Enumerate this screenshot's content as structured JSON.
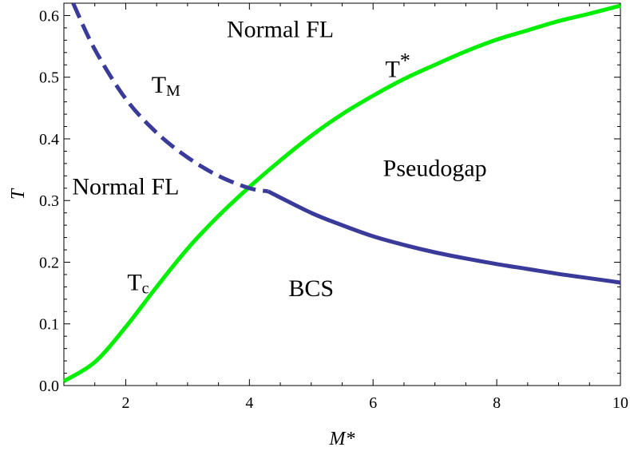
{
  "chart_data": {
    "type": "line",
    "xlabel": "M*",
    "ylabel": "T",
    "xlim": [
      1,
      10
    ],
    "ylim": [
      0,
      0.62
    ],
    "x_ticks": [
      2,
      4,
      6,
      8,
      10
    ],
    "y_ticks": [
      0.0,
      0.1,
      0.2,
      0.3,
      0.4,
      0.5,
      0.6
    ],
    "y_tick_labels": [
      "0.0",
      "0.1",
      "0.2",
      "0.3",
      "0.4",
      "0.5",
      "0.6"
    ],
    "x_tick_labels": [
      "2",
      "4",
      "6",
      "8",
      "10"
    ],
    "series": [
      {
        "name": "T*",
        "color": "#00ee00",
        "style": "solid",
        "x": [
          1.0,
          1.5,
          2.0,
          2.5,
          3.0,
          3.5,
          4.0,
          4.5,
          5.0,
          5.5,
          6.0,
          6.5,
          7.0,
          7.5,
          8.0,
          8.5,
          9.0,
          9.5,
          10.0
        ],
        "y": [
          0.007,
          0.038,
          0.095,
          0.16,
          0.222,
          0.275,
          0.322,
          0.365,
          0.405,
          0.44,
          0.47,
          0.497,
          0.52,
          0.542,
          0.561,
          0.576,
          0.591,
          0.603,
          0.616
        ]
      },
      {
        "name": "T_M",
        "color": "#3a3a9a",
        "style": "dashed-then-solid",
        "dash_until_x": 4.3,
        "x": [
          1.15,
          1.5,
          2.0,
          2.5,
          3.0,
          3.5,
          4.0,
          4.3,
          5.0,
          5.5,
          6.0,
          6.5,
          7.0,
          7.5,
          8.0,
          8.5,
          9.0,
          9.5,
          10.0
        ],
        "y": [
          0.62,
          0.545,
          0.465,
          0.41,
          0.37,
          0.34,
          0.32,
          0.315,
          0.28,
          0.26,
          0.242,
          0.228,
          0.216,
          0.206,
          0.197,
          0.189,
          0.181,
          0.174,
          0.167
        ]
      }
    ],
    "annotations": [
      {
        "id": "normal-fl-top",
        "text": "Normal FL",
        "x": 4.5,
        "y": 0.565
      },
      {
        "id": "normal-fl-left",
        "text": "Normal FL",
        "x": 2.0,
        "y": 0.31
      },
      {
        "id": "pseudogap",
        "text": "Pseudogap",
        "x": 7.0,
        "y": 0.34
      },
      {
        "id": "bcs",
        "text": "BCS",
        "x": 5.0,
        "y": 0.145
      }
    ],
    "curve_labels": [
      {
        "id": "t-star",
        "main": "T",
        "sup": "*",
        "x": 6.4,
        "y": 0.5
      },
      {
        "id": "t-m",
        "main": "T",
        "sub": "M",
        "x": 2.65,
        "y": 0.475
      },
      {
        "id": "t-c",
        "main": "T",
        "sub": "c",
        "x": 2.2,
        "y": 0.155
      }
    ]
  }
}
